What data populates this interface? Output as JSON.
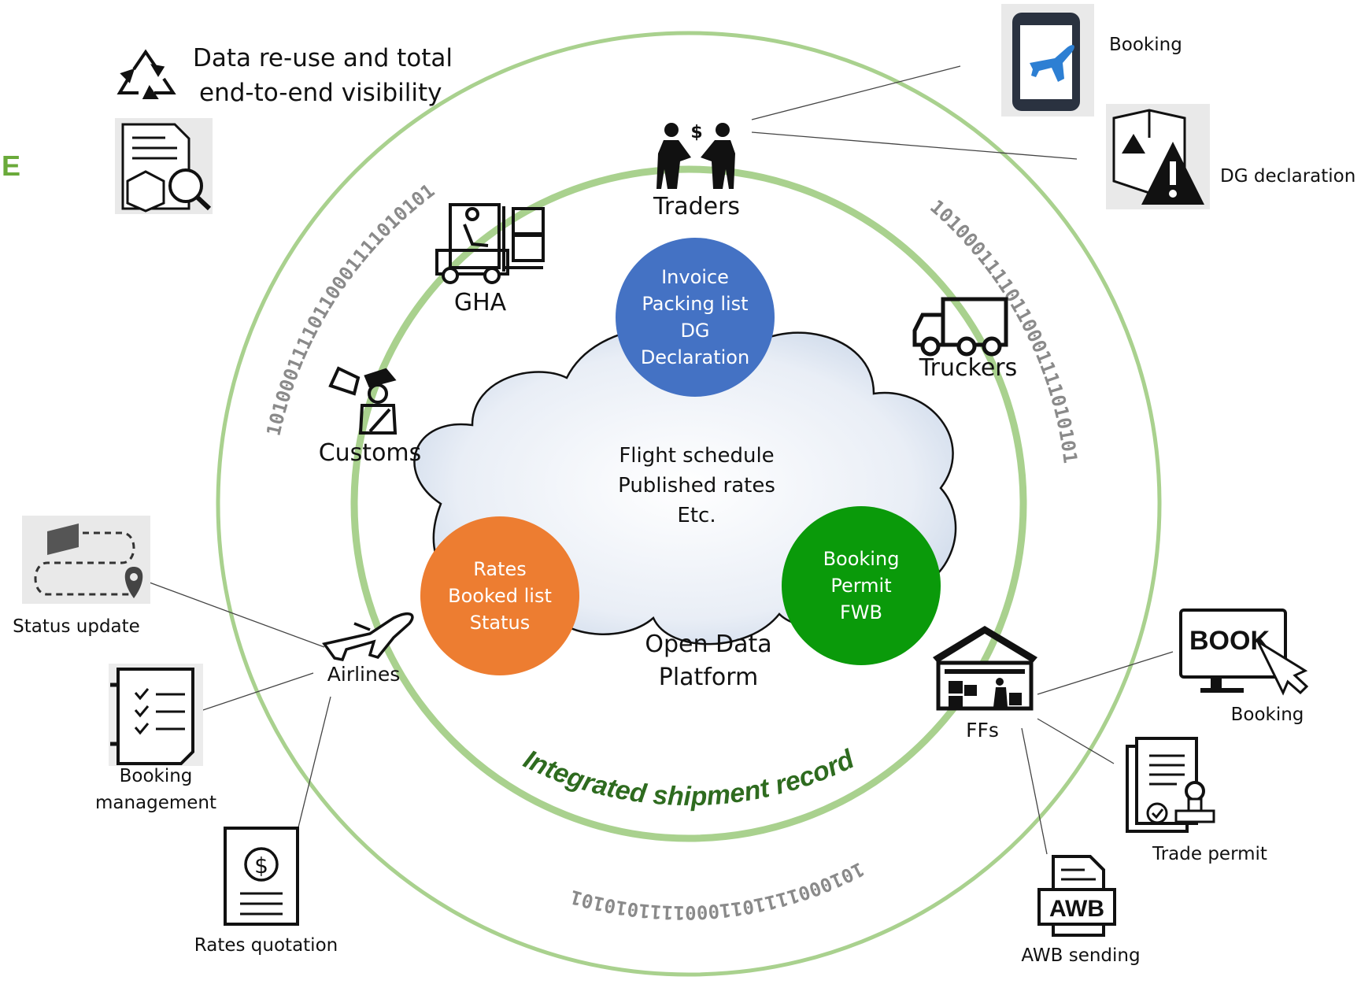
{
  "header": {
    "partial_title": "IE",
    "reuse_text_line1": "Data re-use and total",
    "reuse_text_line2": "end-to-end visibility"
  },
  "binary": {
    "left_arc": "10100011110110001111010101",
    "right_arc": "10100011110110001111010101",
    "bottom_arc": "10100011110110001111010101"
  },
  "ring_text": "Integrated shipment record",
  "center": {
    "line1": "Flight schedule",
    "line2": "Published rates",
    "line3": "Etc.",
    "platform_line1": "Open Data",
    "platform_line2": "Platform"
  },
  "bubbles": {
    "traders": [
      "Invoice",
      "Packing list",
      "DG",
      "Declaration"
    ],
    "airlines": [
      "Rates",
      "Booked list",
      "Status"
    ],
    "ffs": [
      "Booking",
      "Permit",
      "FWB"
    ]
  },
  "stakeholders": {
    "traders": "Traders",
    "gha": "GHA",
    "customs": "Customs",
    "truckers": "Truckers",
    "airlines": "Airlines",
    "ffs": "FFs"
  },
  "services": {
    "booking_top": "Booking",
    "dg_declaration": "DG declaration",
    "status_update": "Status update",
    "booking_mgmt_line1": "Booking",
    "booking_mgmt_line2": "management",
    "rates_quotation": "Rates quotation",
    "booking_right": "Booking",
    "trade_permit": "Trade permit",
    "awb_sending": "AWB sending",
    "book_word": "BOOK",
    "awb_word": "AWB"
  },
  "colors": {
    "ring_green": "#a9d18e",
    "ring_text_green": "#2e6b1f",
    "bubble_blue": "#4472c4",
    "bubble_orange": "#ed7d31",
    "bubble_green": "#0a9a0a",
    "binary_gray": "#8a8a8a",
    "plane_blue": "#2d7fd3"
  }
}
